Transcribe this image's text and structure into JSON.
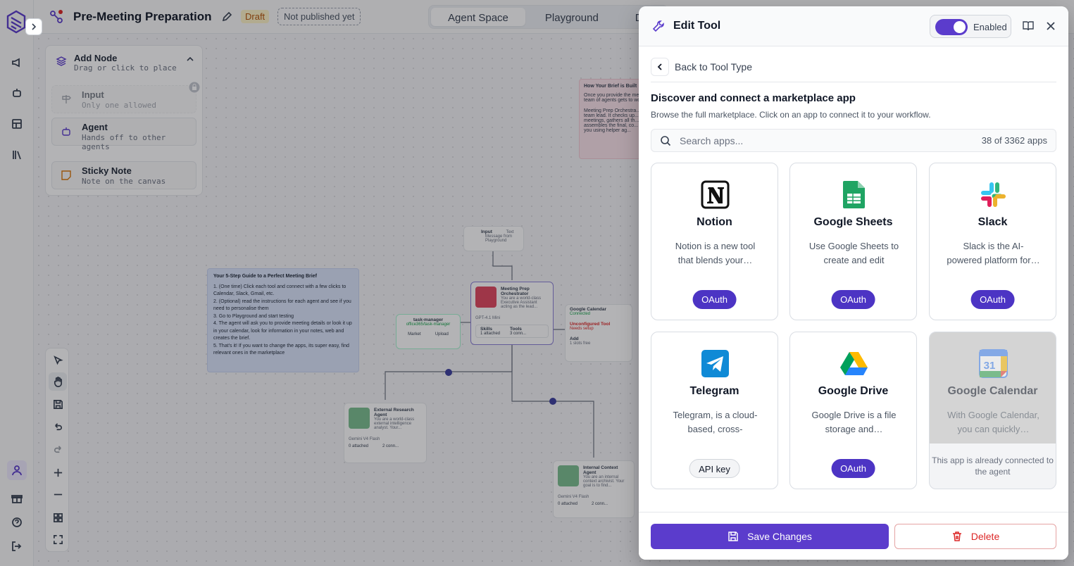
{
  "topbar": {
    "title": "Pre-Meeting Preparation",
    "draft_badge": "Draft",
    "publish_status": "Not published yet",
    "tabs": [
      {
        "label": "Agent Space"
      },
      {
        "label": "Playground"
      },
      {
        "label": "De"
      }
    ]
  },
  "add_node": {
    "title": "Add Node",
    "subtitle": "Drag or click to place",
    "items": [
      {
        "title": "Input",
        "subtitle": "Only one allowed"
      },
      {
        "title": "Agent",
        "subtitle": "Hands off to other agents"
      },
      {
        "title": "Sticky Note",
        "subtitle": "Note on the canvas"
      }
    ]
  },
  "canvas": {
    "pink_note_title": "How Your Brief is Built",
    "pink_note_text": "Once you provide the me... team of agents gets to wo...",
    "pink_note_bullet": "Meeting Prep Orchestra... team lead. It checks up... meetings, gathers all th... assembles the final, co... for you using helper ag...",
    "blue_note_title": "Your 5-Step Guide to a Perfect Meeting Brief",
    "blue_note_steps": [
      "(One time) Click each tool and connect with a few clicks to Calendar, Slack, Gmail, etc.",
      "(Optional) read the instructions for each agent and see if you need to personalise them",
      "Go to Playground and start testing",
      "The agent will ask you to provide meeting details or look it up in your calendar, look for information in your notes, web and creates the brief.",
      "That's it! If you want to change the apps, its super easy, find relevant ones in the marketplace"
    ],
    "node_input": "Input",
    "node_input_tag": "Text",
    "node_input_sub": "Message from Playground",
    "node_orchestrator": "Meeting Prep Orchestrator",
    "node_orchestrator_desc": "You are a world-class Executive Assistant acting as the lead...",
    "node_orchestrator_model": "GPT-4.1 Mini",
    "node_orchestrator_skills": "Skills",
    "node_orchestrator_skills_val": "1 attached",
    "node_orchestrator_tools": "Tools",
    "node_orchestrator_tools_val": "3 conn...",
    "node_task_manager": "task-manager",
    "node_task_manager_sub": "office365/task-manager",
    "node_market": "Market",
    "node_upload": "Upload",
    "node_gcal": "Google Calendar",
    "node_gcal_sub": "Connected",
    "node_unconfigured": "Unconfigured Tool",
    "node_unconfigured_sub": "Needs setup",
    "node_add": "Add",
    "node_add_sub": "1 slots free",
    "node_external": "External Research Agent",
    "node_external_desc": "You are a world-class external intelligence analyst. Your...",
    "node_external_model": "Gemini V4 Flash",
    "node_external_skills": "0 attached",
    "node_external_tools": "2 conn...",
    "node_internal": "Internal Context Agent",
    "node_internal_desc": "You are an internal context archivist. Your goal is to find...",
    "node_internal_model": "Gemini V4 Flash",
    "node_internal_skills": "0 attached",
    "node_internal_tools": "2 conn..."
  },
  "drawer": {
    "title": "Edit Tool",
    "enabled_label": "Enabled",
    "enabled": true,
    "back_label": "Back to Tool Type",
    "discover_title": "Discover and connect a marketplace app",
    "discover_subtitle": "Browse the full marketplace. Click on an app to connect it to your workflow.",
    "search": {
      "placeholder": "Search apps...",
      "value": "",
      "count": "38 of 3362 apps"
    },
    "apps": [
      {
        "name": "Notion",
        "desc": "Notion is a new tool that blends your…",
        "auth": "OAuth",
        "icon": "notion-logo-icon",
        "connected": false
      },
      {
        "name": "Google Sheets",
        "desc": "Use Google Sheets to create and edit online…",
        "auth": "OAuth",
        "icon": "google-sheets-logo-icon",
        "connected": false
      },
      {
        "name": "Slack",
        "desc": "Slack is the AI-powered platform for…",
        "auth": "OAuth",
        "icon": "slack-logo-icon",
        "connected": false
      },
      {
        "name": "Telegram",
        "desc": "Telegram, is a cloud-based, cross-platform…",
        "auth": "API key",
        "icon": "telegram-logo-icon",
        "connected": false
      },
      {
        "name": "Google Drive",
        "desc": "Google Drive is a file storage and…",
        "auth": "OAuth",
        "icon": "google-drive-logo-icon",
        "connected": false
      },
      {
        "name": "Google Calendar",
        "desc": "With Google Calendar, you can quickly…",
        "auth": "",
        "icon": "google-calendar-logo-icon",
        "connected": true,
        "connected_note": "This app is already connected to the agent"
      }
    ],
    "save_label": "Save Changes",
    "delete_label": "Delete"
  },
  "colors": {
    "accent": "#5b3ccc",
    "oauth_pill": "#4c34c4",
    "danger": "#dc2626"
  }
}
